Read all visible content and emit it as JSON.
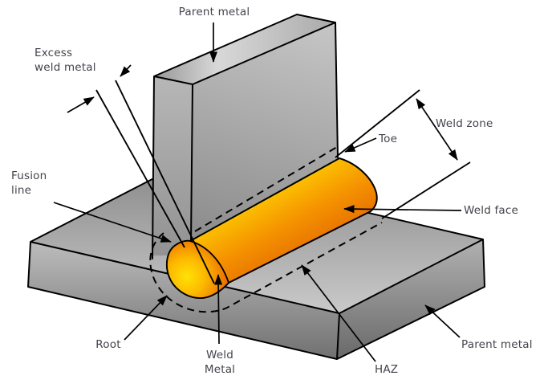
{
  "diagram": {
    "type": "labeled-technical-illustration",
    "subject": "Fillet weld on a T-joint: weld terminology",
    "labels": {
      "parent_metal_top": "Parent metal",
      "excess_weld_metal": [
        "Excess",
        "weld metal"
      ],
      "fusion_line": [
        "Fusion",
        "line"
      ],
      "root": "Root",
      "weld_metal": [
        "Weld",
        "Metal"
      ],
      "haz": "HAZ",
      "parent_metal_bottom": "Parent metal",
      "toe": "Toe",
      "weld_zone": "Weld zone",
      "weld_face": "Weld face"
    },
    "colors": {
      "background": "#ffffff",
      "label_text": "#43434b",
      "outline": "#000000",
      "metal_light": "#d4d4d4",
      "metal_mid": "#a8a8a8",
      "metal_dark": "#6f6f6f",
      "weld_yellow": "#ffd600",
      "weld_orange_mid": "#f59300",
      "weld_orange_dark": "#dd5800",
      "weld_core_yellow": "#ffe205"
    }
  }
}
